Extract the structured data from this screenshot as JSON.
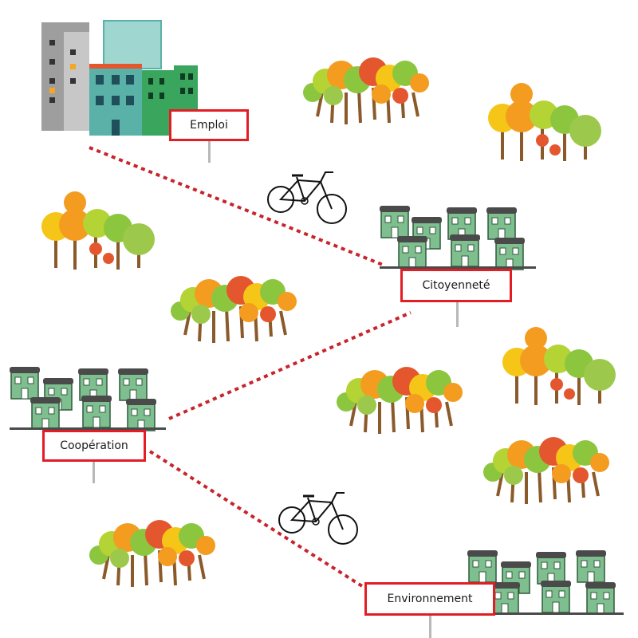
{
  "colors": {
    "sign_border": "#e21d24",
    "route": "#c8242b",
    "house_green": "#7fbf8f",
    "roof": "#4a4a4a",
    "trunk": "#8b5a2b",
    "leaf_green": "#8cc63f",
    "leaf_orange": "#f39c1f",
    "leaf_red": "#e4572e",
    "leaf_yellow": "#f5c518",
    "tower_grey": "#9e9e9e",
    "tower_teal": "#5ab1a8"
  },
  "icons": [
    "office-buildings-icon",
    "village-houses-icon",
    "forest-icon",
    "tree-cluster-icon",
    "bicycle-icon"
  ],
  "signs": {
    "emploi": "Emploi",
    "citoyennete": "Citoyenneté",
    "cooperation": "Coopération",
    "environnement": "Environnement"
  }
}
